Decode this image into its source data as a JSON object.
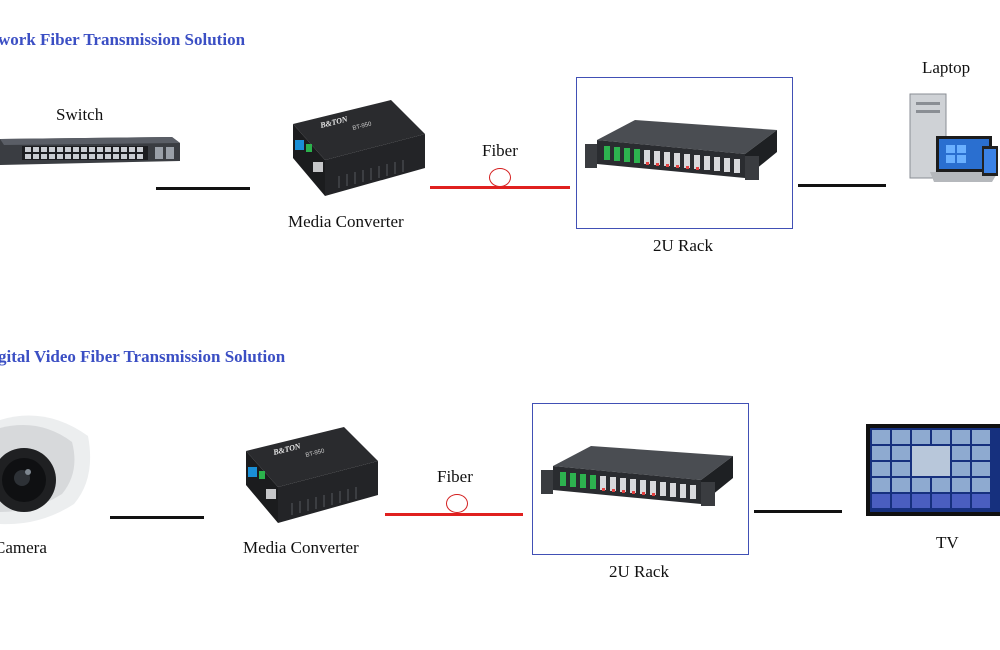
{
  "sections": [
    {
      "heading": "work Fiber Transmission Solution",
      "source_label": "Switch",
      "converter_label": "Media Converter",
      "converter_brand": "B&TON",
      "converter_model": "BT-950",
      "fiber_label": "Fiber",
      "rack_label": "2U Rack",
      "dest_label": "Laptop"
    },
    {
      "heading": "gital Video Fiber Transmission Solution",
      "source_label": "Camera",
      "converter_label": "Media Converter",
      "converter_brand": "B&TON",
      "converter_model": "BT-950",
      "fiber_label": "Fiber",
      "rack_label": "2U Rack",
      "dest_label": "TV"
    }
  ],
  "colors": {
    "heading": "#3b4fc4",
    "fiber_line": "#e0201f",
    "copper_line": "#111111",
    "rack_frame": "#4150b5"
  }
}
